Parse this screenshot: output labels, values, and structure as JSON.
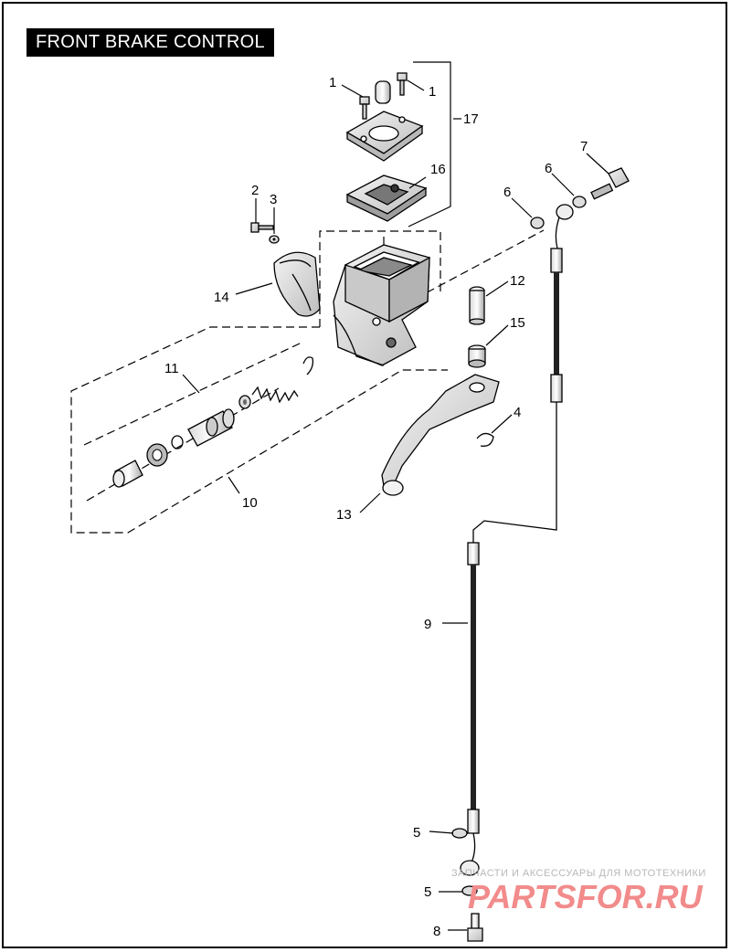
{
  "title": "FRONT BRAKE CONTROL",
  "callouts": {
    "c1a": "1",
    "c1b": "1",
    "c2": "2",
    "c3": "3",
    "c4": "4",
    "c5a": "5",
    "c5b": "5",
    "c6a": "6",
    "c6b": "6",
    "c7": "7",
    "c8": "8",
    "c9": "9",
    "c10": "10",
    "c11": "11",
    "c12": "12",
    "c13": "13",
    "c14": "14",
    "c15": "15",
    "c16": "16",
    "c17": "17"
  },
  "watermark": {
    "tagline": "ЗАПЧАСТИ И АКСЕССУАРЫ ДЛЯ МОТОТЕХНИКИ",
    "logo": "PARTSFOR.RU"
  },
  "colors": {
    "line": "#000000",
    "part_fill": "#e6e6e6",
    "watermark_logo": "#f28b8b"
  }
}
